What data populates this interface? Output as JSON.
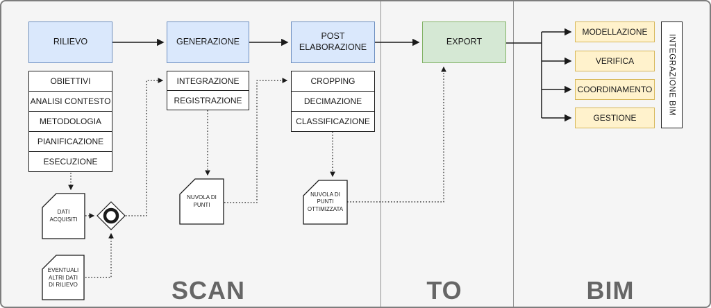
{
  "sections": {
    "scan": {
      "label": "SCAN"
    },
    "to": {
      "label": "TO"
    },
    "bim": {
      "label": "BIM"
    }
  },
  "phases": {
    "rilievo": {
      "title": "RILIEVO",
      "steps": [
        "OBIETTIVI",
        "ANALISI CONTESTO",
        "METODOLOGIA",
        "PIANIFICAZIONE",
        "ESECUZIONE"
      ]
    },
    "generazione": {
      "title": "GENERAZIONE",
      "steps": [
        "INTEGRAZIONE",
        "REGISTRAZIONE"
      ]
    },
    "post_elaborazione": {
      "title": "POST\nELABORAZIONE",
      "steps": [
        "CROPPING",
        "DECIMAZIONE",
        "CLASSIFICAZIONE"
      ]
    },
    "export": {
      "title": "EXPORT"
    }
  },
  "bim_activities": [
    "MODELLAZIONE",
    "VERIFICA",
    "COORDINAMENTO",
    "GESTIONE"
  ],
  "integrazione_bim_label": "INTEGRAZIONE BIM",
  "documents": {
    "dati_acquisiti": "DATI\nACQUISITI",
    "eventuali_altri_dati": "EVENTUALI\nALTRI DATI\nDI RILIEVO",
    "nuvola_di_punti": "NUVOLA DI\nPUNTI",
    "nuvola_di_punti_ottimizzata": "NUVOLA DI\nPUNTI\nOTTIMIZZATA"
  },
  "colors": {
    "canvas-bg": "#f5f5f5",
    "phase-blue-fill": "#dae8fc",
    "phase-blue-border": "#6c8ebf",
    "export-green-fill": "#d5e8d4",
    "export-green-border": "#82b366",
    "bim-yellow-fill": "#fff2cc",
    "bim-yellow-border": "#d6b656",
    "section-label": "#666666"
  }
}
